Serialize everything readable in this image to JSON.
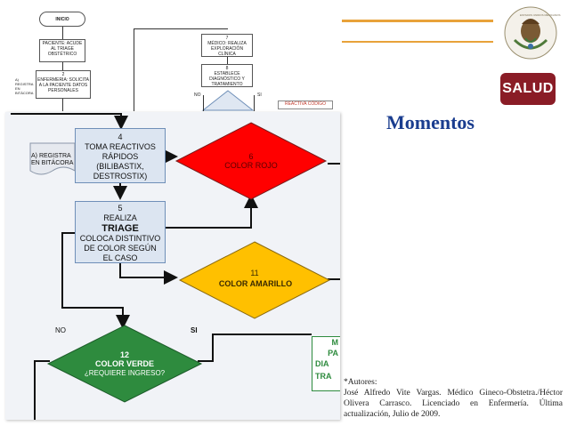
{
  "header": {
    "logo_text": "SALUD",
    "seal_caption": "ESTADOS UNIDOS MEXICANOS",
    "accent_color": "#e8a23a",
    "logo_color": "#8a1c26"
  },
  "slide_title": "Momentos",
  "credits": {
    "heading": "*Autores:",
    "body": "José Alfredo Vite Vargas. Médico Gineco-Obstetra./Héctor Olivera Carrasco. Licenciado en Enfermería. Última actualización, Julio de 2009."
  },
  "background_flowchart": {
    "start": "INICIO",
    "patient": "PACIENTE: ACUDE AL TRIAGE OBSTÉTRICO",
    "nursing_num": "2",
    "nursing": "ENFERMERIA: SOLICITA A LA PACIENTE DATOS PERSONALES",
    "log_small": "A) REGISTRA EN BITÁCORA",
    "doctor_num": "7",
    "doctor": "MÉDICO: REALIZA EXPLORACIÓN CLÍNICA",
    "diagnosis_num": "8",
    "diagnosis": "ESTABLECE DIAGNÓSTICO Y TRATAMIENTO",
    "no": "NO",
    "si": "SI",
    "red_note": "REACTIVA CÓDIGO"
  },
  "flowchart": {
    "step4_num": "4",
    "step4_text": "TOMA REACTIVOS RÁPIDOS (BILIBASTIX, DESTROSTIX)",
    "registry": "A) REGISTRA EN BITÁCORA",
    "step5_num": "5",
    "step5_title": "REALIZA",
    "step5_bold": "TRIAGE",
    "step5_text": "COLOCA DISTINTIVO DE COLOR SEGÚN EL CASO",
    "red_num": "6",
    "red_label": "COLOR ROJO",
    "amber_num": "11",
    "amber_label": "COLOR AMARILLO",
    "green_num": "12",
    "green_label": "COLOR VERDE",
    "green_question": "¿REQUIERE INGRESO?",
    "no_label": "NO",
    "si_label": "SI",
    "partial_m": "M",
    "partial_pa": "PA",
    "partial_dia": "DIA",
    "partial_tra": "TRA"
  }
}
